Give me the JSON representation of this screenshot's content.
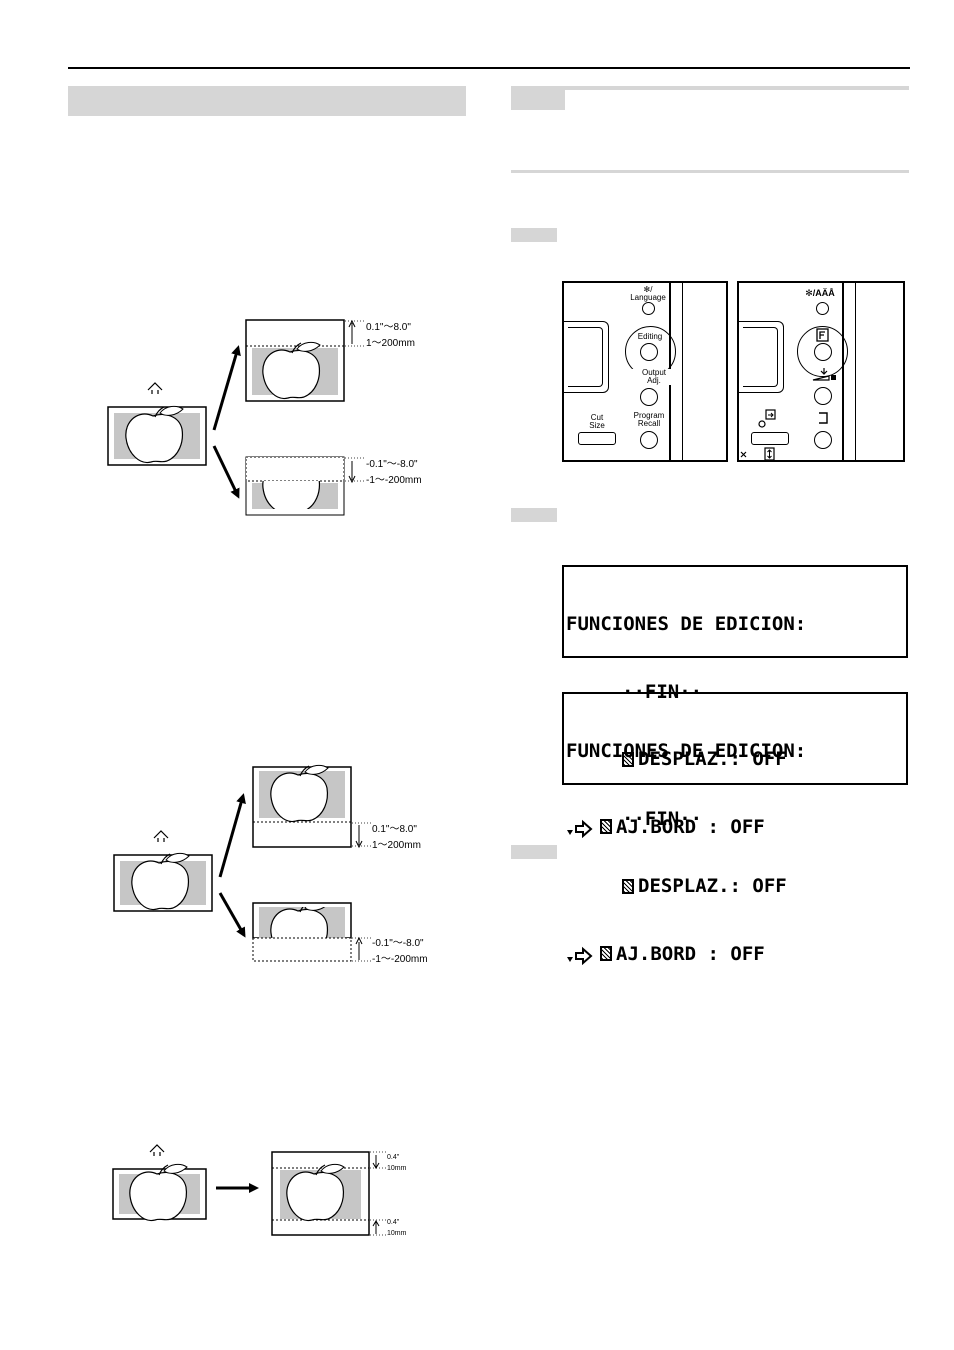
{
  "diagrams": {
    "range_upper": [
      "0.1\"～8.0\"",
      "1～200mm"
    ],
    "range_lower": [
      "-0.1\"～-8.0\"",
      "-1～-200mm"
    ],
    "margin_labels": [
      "0.4\"",
      "10mm"
    ]
  },
  "control_panel_left": {
    "language_label": "✻/\nLanguage",
    "editing_label": "Editing",
    "output_label": "Output\nAdj.",
    "cut_size_label": "Cut\nSize",
    "program_label": "Program\nRecall"
  },
  "control_panel_right": {
    "language_label": "✻/AÄÅ"
  },
  "lcd_screens": [
    {
      "title": "FUNCIONES DE EDICION:",
      "line1": "··FIN··",
      "line2": "DESPLAZ.: OFF",
      "line3": "AJ.BORD : OFF"
    },
    {
      "title": "FUNCIONES DE EDICION:",
      "line1": "··FIN··",
      "line2": "DESPLAZ.: OFF",
      "line3": "AJ.BORD : OFF"
    }
  ]
}
